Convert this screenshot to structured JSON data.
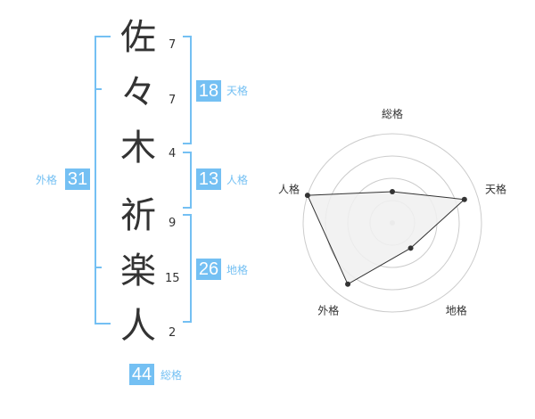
{
  "name_chars": [
    {
      "char": "佐",
      "strokes": "7"
    },
    {
      "char": "々",
      "strokes": "7"
    },
    {
      "char": "木",
      "strokes": "4"
    },
    {
      "char": "祈",
      "strokes": "9"
    },
    {
      "char": "楽",
      "strokes": "15"
    },
    {
      "char": "人",
      "strokes": "2"
    }
  ],
  "kakusu": {
    "tenkaku": {
      "value": "18",
      "label": "天格"
    },
    "jinkaku": {
      "value": "13",
      "label": "人格"
    },
    "chikaku": {
      "value": "26",
      "label": "地格"
    },
    "gaikaku": {
      "value": "31",
      "label": "外格"
    },
    "soukaku": {
      "value": "44",
      "label": "総格"
    }
  },
  "radar": {
    "axes": [
      "総格",
      "天格",
      "地格",
      "外格",
      "人格"
    ],
    "values": [
      0.35,
      0.85,
      0.35,
      0.85,
      1.0
    ],
    "max": 1,
    "rings": 4,
    "fill_color": "#f0f0f0",
    "line_color": "#333333",
    "ring_color": "#cccccc"
  },
  "colors": {
    "accent": "#74c0f3",
    "text": "#333333"
  }
}
